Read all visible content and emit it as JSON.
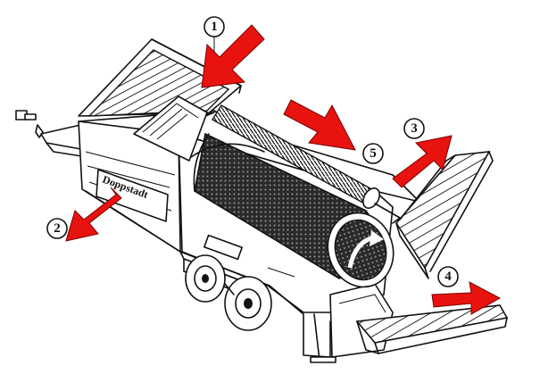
{
  "brand": {
    "label": "Doppstadt"
  },
  "colors": {
    "arrow": "#e8130f",
    "line": "#111111",
    "drum": "#2a2a2a"
  },
  "callouts": [
    {
      "number": "1"
    },
    {
      "number": "2"
    },
    {
      "number": "3"
    },
    {
      "number": "4"
    },
    {
      "number": "5"
    }
  ]
}
